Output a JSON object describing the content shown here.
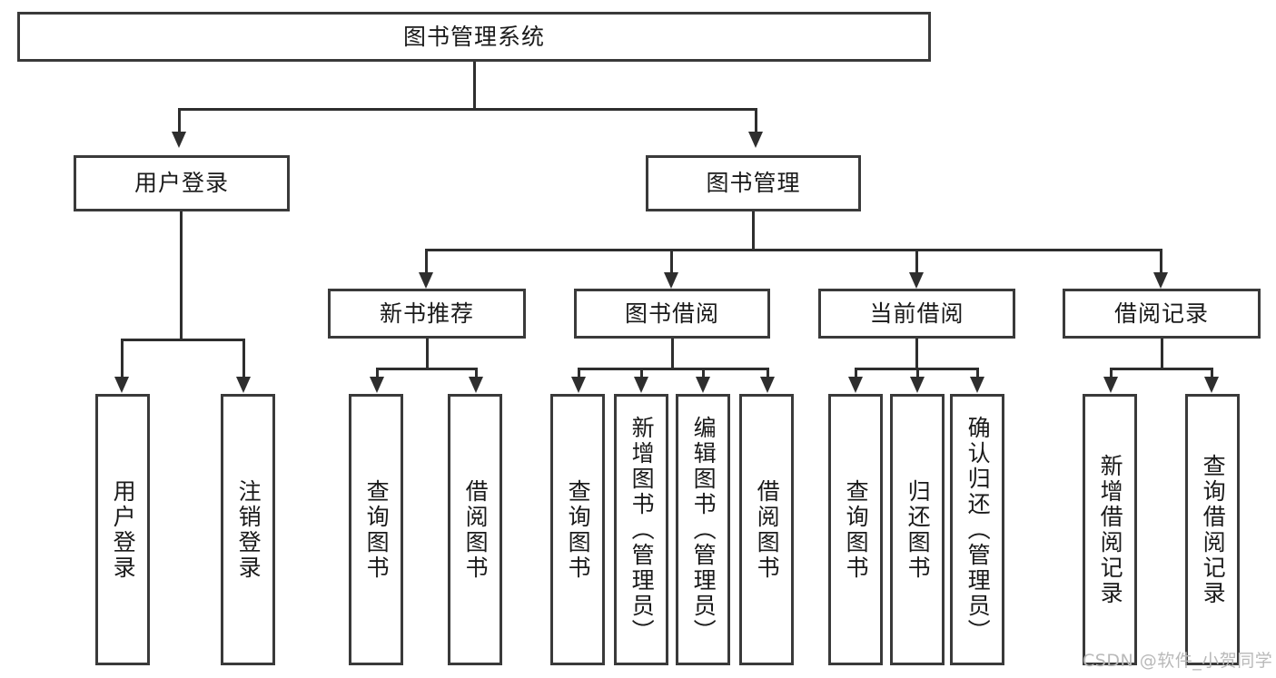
{
  "diagram": {
    "title": "图书管理系统",
    "type": "tree-hierarchy-diagram",
    "root": {
      "label": "图书管理系统"
    },
    "level2": [
      {
        "label": "用户登录"
      },
      {
        "label": "图书管理"
      }
    ],
    "level3": [
      {
        "label": "新书推荐"
      },
      {
        "label": "图书借阅"
      },
      {
        "label": "当前借阅"
      },
      {
        "label": "借阅记录"
      }
    ],
    "leaves": {
      "user_login": [
        {
          "label": "用户登录"
        },
        {
          "label": "注销登录"
        }
      ],
      "new_book_recommend": [
        {
          "label": "查询图书"
        },
        {
          "label": "借阅图书"
        }
      ],
      "book_borrow": [
        {
          "label": "查询图书"
        },
        {
          "label": "新增图书（管理员）"
        },
        {
          "label": "编辑图书（管理员）"
        },
        {
          "label": "借阅图书"
        }
      ],
      "current_borrow": [
        {
          "label": "查询图书"
        },
        {
          "label": "归还图书"
        },
        {
          "label": "确认归还（管理员）"
        }
      ],
      "borrow_record": [
        {
          "label": "新增借阅记录"
        },
        {
          "label": "查询借阅记录"
        }
      ]
    }
  },
  "watermark": {
    "text": "CSDN @软件_小贺同学"
  },
  "colors": {
    "border": "#3a3a3a",
    "line": "#2e2e2e",
    "background": "#ffffff",
    "text": "#1a1a1a",
    "watermark": "#b9b9b9"
  }
}
